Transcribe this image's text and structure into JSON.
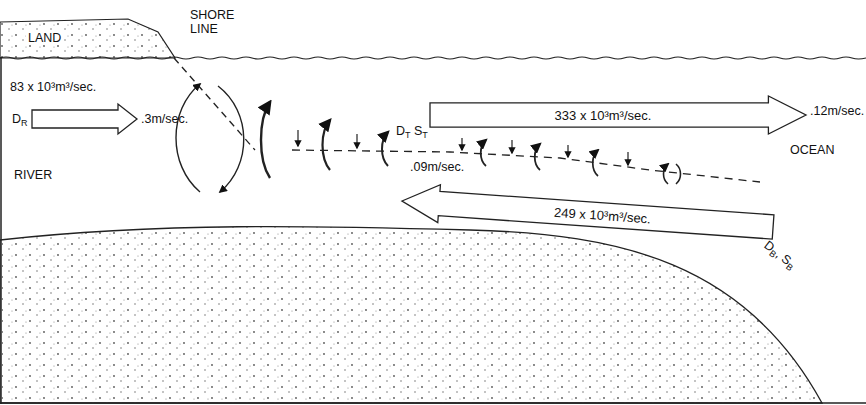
{
  "diagram": {
    "nodes": [
      {
        "text": [
          "333 x 10³m³/sec."
        ]
      },
      {
        "text": [
          "249 x 10³m³/sec."
        ]
      }
    ],
    "labels": [
      "LAND",
      "SHORE LINE",
      "83 x 10³m³/sec.",
      "DR",
      ".3m/sec.",
      "RIVER",
      "DT ST",
      ".12m/sec.",
      ".09m/sec.",
      "DB, SB",
      "OCEAN"
    ]
  }
}
